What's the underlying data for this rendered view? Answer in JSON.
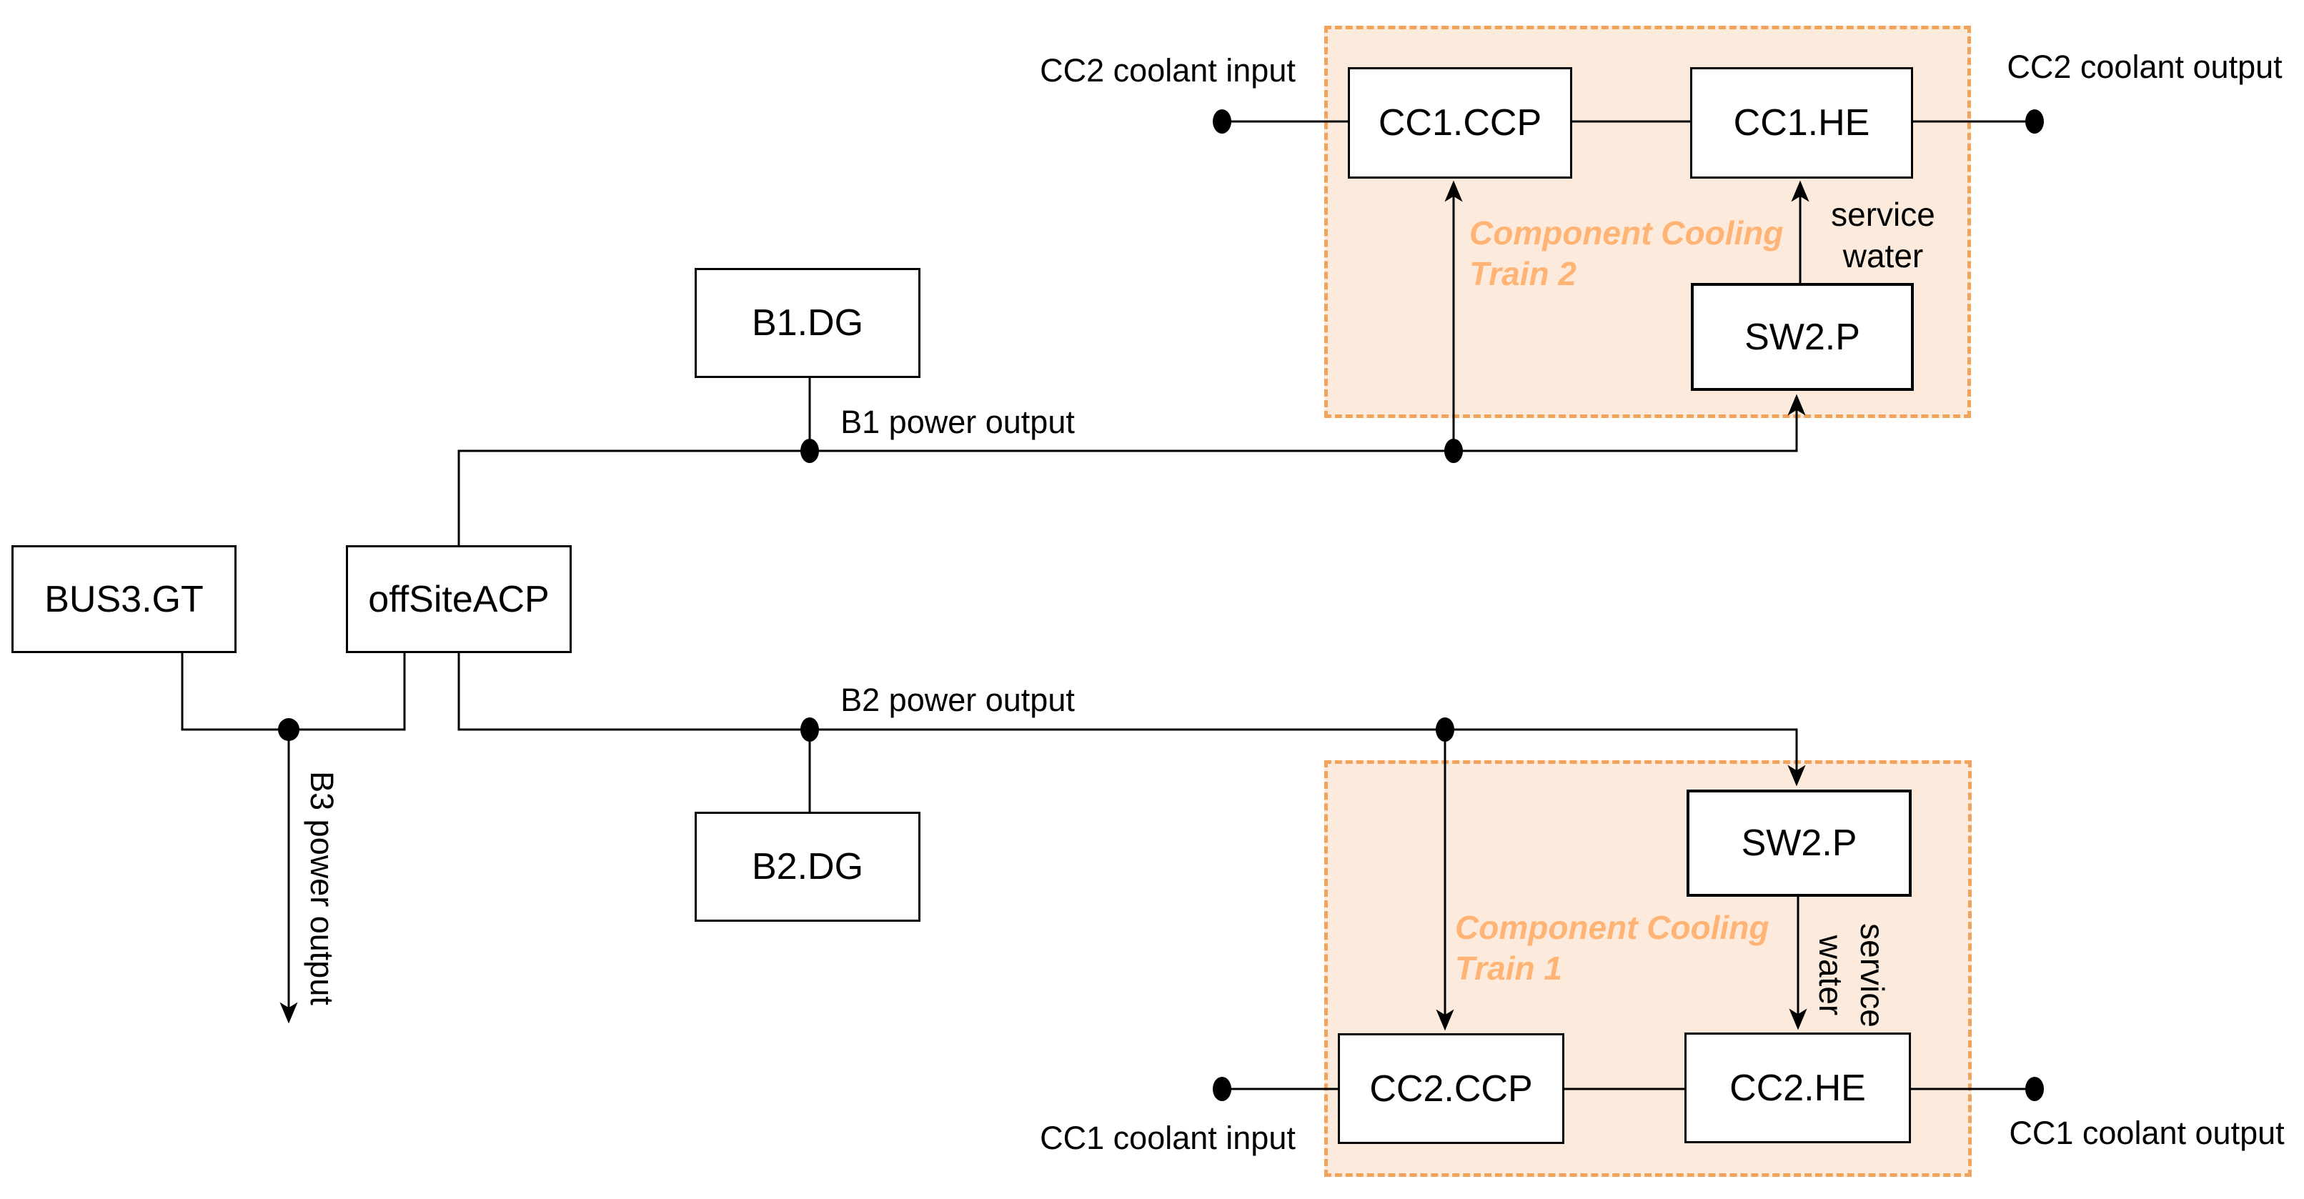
{
  "diagram": {
    "nodes": {
      "bus3_gt": {
        "label": "BUS3.GT"
      },
      "offsite_acp": {
        "label": "offSiteACP"
      },
      "b1_dg": {
        "label": "B1.DG"
      },
      "b2_dg": {
        "label": "B2.DG"
      },
      "cc1_ccp": {
        "label": "CC1.CCP"
      },
      "cc1_he": {
        "label": "CC1.HE"
      },
      "sw2_p_train2": {
        "label": "SW2.P"
      },
      "sw2_p_train1": {
        "label": "SW2.P"
      },
      "cc2_ccp": {
        "label": "CC2.CCP"
      },
      "cc2_he": {
        "label": "CC2.HE"
      }
    },
    "containers": {
      "train2": {
        "label": "Component Cooling Train 2"
      },
      "train1": {
        "label": "Component Cooling Train 1"
      }
    },
    "labels": {
      "cc2_coolant_input": "CC2 coolant input",
      "cc2_coolant_output": "CC2 coolant output",
      "cc1_coolant_input": "CC1 coolant input",
      "cc1_coolant_output": "CC1 coolant output",
      "b1_power_output": "B1 power output",
      "b2_power_output": "B2 power output",
      "b3_power_output": "B3 power output",
      "service_water_train2": "service water",
      "service_water_train1": "service water"
    },
    "colors": {
      "line": "#000000",
      "node_fill": "#FFFFFF",
      "node_border": "#000000",
      "train_fill": "#FCEBDC",
      "train_border": "#F1A35C",
      "train_label_text": "#FFB475"
    }
  }
}
